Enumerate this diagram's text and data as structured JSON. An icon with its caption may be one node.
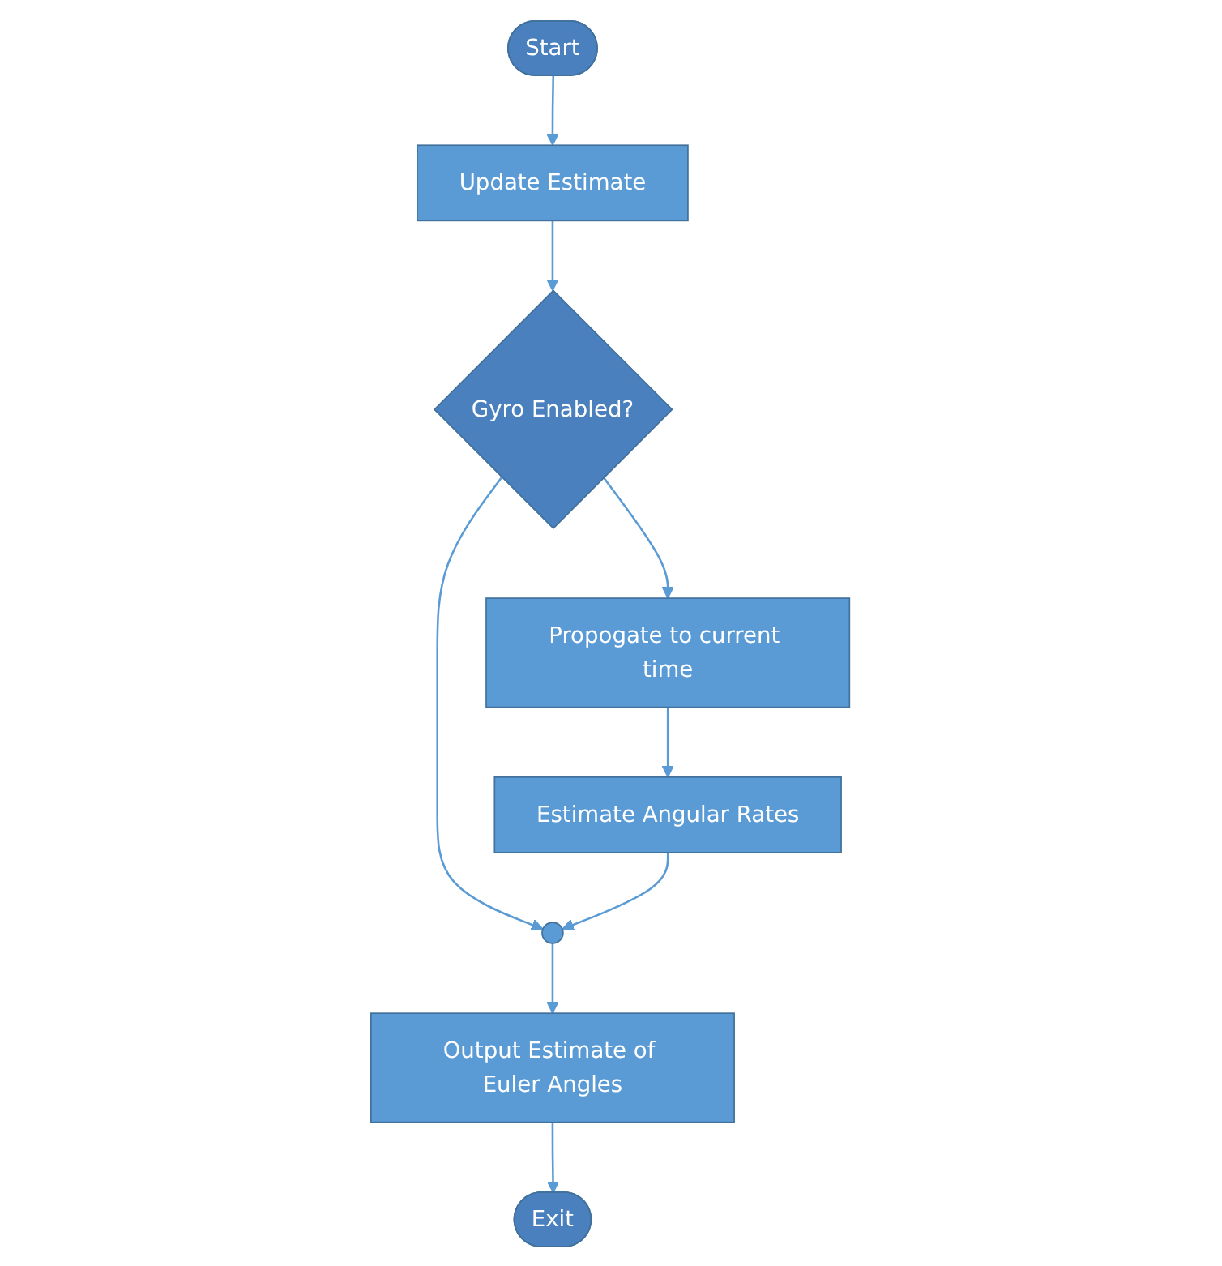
{
  "diagram": {
    "nodes": [
      {
        "text": [
          "Start"
        ]
      },
      {
        "text": [
          "Update Estimate"
        ]
      },
      {
        "text": [
          "Gyro Enabled?"
        ]
      },
      {
        "text": [
          "Propogate to current time"
        ]
      },
      {
        "text": [
          "Estimate Angular Rates"
        ]
      },
      {
        "text": [],
        "shape": "circle"
      },
      {
        "text": [
          "Output Estimate of Euler Angles"
        ]
      },
      {
        "text": [
          "Exit"
        ]
      }
    ],
    "edges": [
      {
        "from": 0,
        "to": 1,
        "arrow": "to"
      },
      {
        "from": 1,
        "to": 2,
        "arrow": "to"
      },
      {
        "from": 2,
        "to": 3,
        "arrow": "to"
      },
      {
        "from": 3,
        "to": 4,
        "arrow": "to"
      },
      {
        "from": 2,
        "to": 5,
        "arrow": "to"
      },
      {
        "from": 4,
        "to": 5,
        "arrow": "to"
      },
      {
        "from": 5,
        "to": 6,
        "arrow": "to"
      },
      {
        "from": 6,
        "to": 7,
        "arrow": "to"
      }
    ]
  }
}
